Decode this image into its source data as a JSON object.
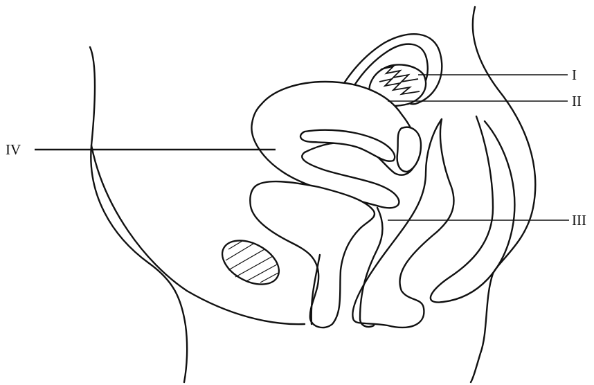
{
  "labels": {
    "I": "I",
    "II": "II",
    "III": "III",
    "IV": "IV"
  }
}
